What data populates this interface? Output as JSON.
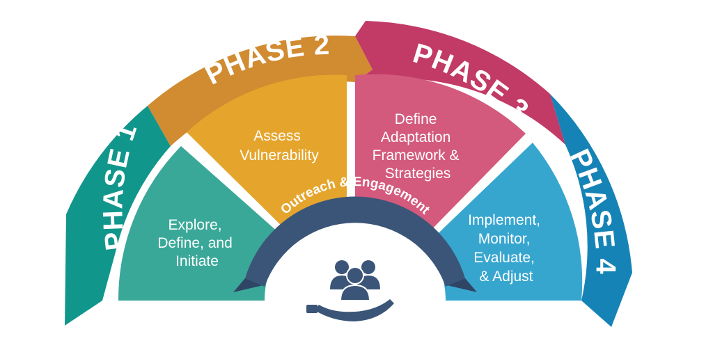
{
  "diagram": {
    "phases": [
      {
        "label": "PHASE 1",
        "color": "#11968c",
        "wedge_color": "#3aa898",
        "lines": [
          "Explore,",
          "Define, and",
          "Initiate"
        ]
      },
      {
        "label": "PHASE 2",
        "color": "#d18b30",
        "wedge_color": "#e5a52d",
        "lines": [
          "Assess",
          "Vulnerability"
        ]
      },
      {
        "label": "PHASE 3",
        "color": "#c23a66",
        "wedge_color": "#d35a7d",
        "lines": [
          "Define",
          "Adaptation",
          "Framework &",
          "Strategies"
        ]
      },
      {
        "label": "PHASE 4",
        "color": "#1583b5",
        "wedge_color": "#37a6cf",
        "lines": [
          "Implement,",
          "Monitor,",
          "Evaluate,",
          "& Adjust"
        ]
      }
    ],
    "center_banner": {
      "label": "Outreach & Engagement",
      "color": "#3b5578"
    },
    "center_icon": "people-in-hand-icon"
  }
}
